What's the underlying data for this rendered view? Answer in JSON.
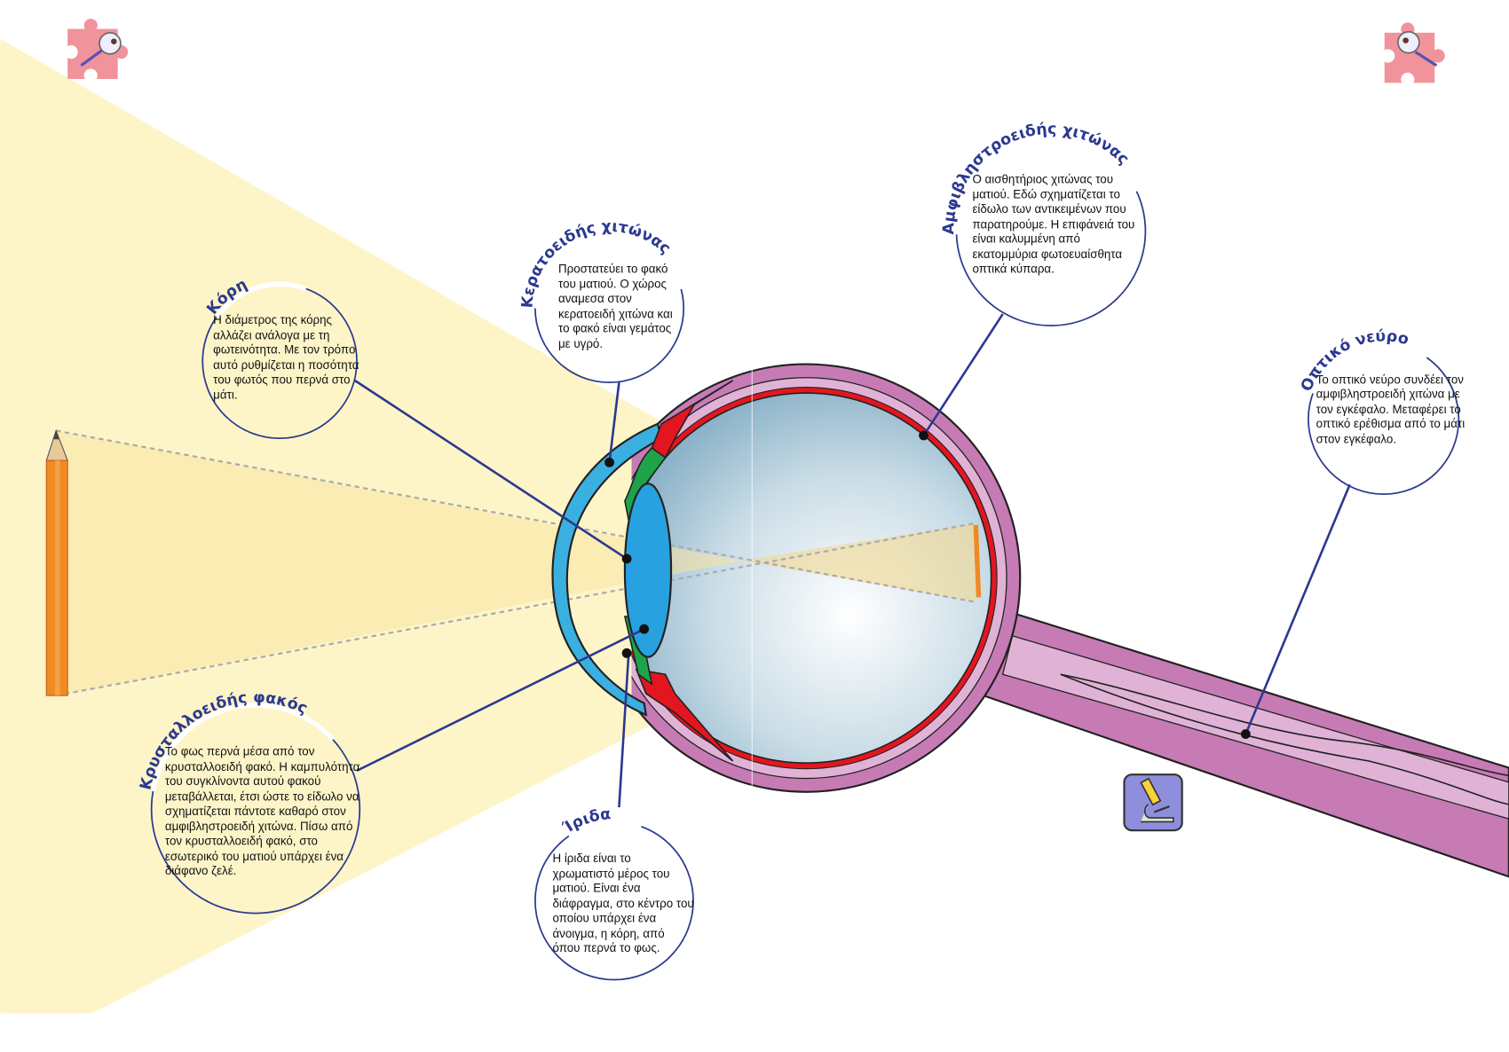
{
  "diagram": {
    "colors": {
      "beam": "#fdf5c8",
      "sclera": "#c77bb5",
      "choroid_red": "#e3161f",
      "cornea": "#3ab0e0",
      "lens": "#27a1df",
      "iris": "#1fa34a",
      "pencil": "#f08a24",
      "label": "#2b3990"
    },
    "callouts": {
      "pupil": {
        "title": "Κόρη",
        "text": "Η διάμετρος της κόρης αλλάζει ανάλογα με τη φωτεινότητα. Με τον τρόπο αυτό ρυθμίζεται η ποσότητα του φωτός που περνά στο μάτι."
      },
      "cornea": {
        "title": "Κερατοειδής χιτώνας",
        "text": "Προστατεύει το φακό του ματιού. Ο χώρος αναμεσα στον κερατοειδή χιτώνα και το φακό είναι γεμάτος με υγρό."
      },
      "retina": {
        "title": "Αμφιβληστροειδής χιτώνας",
        "text": "Ο αισθητήριος χιτώνας του ματιού. Εδώ σχηματίζεται το είδωλο των αντικειμένων που παρατηρούμε. Η επιφάνειά του είναι καλυμμένη από εκατομμύρια φωτοευαίσθητα οπτικά κύπαρα."
      },
      "optic_nerve": {
        "title": "Οπτικό νεύρο",
        "text": "Το οπτικό νεύρο συνδέει τον αμφιβληστροειδή χιτώνα με τον εγκέφαλο. Μεταφέρει το οπτικό ερέθισμα από το μάτι στον εγκέφαλο."
      },
      "lens": {
        "title": "Κρυσταλλοειδής φακός",
        "text": "Το φως περνά μέσα από τον κρυσταλλοειδή φακό. Η καμπυλότητα του συγκλίνοντα αυτού φακού μεταβάλλεται, έτσι ώστε το είδωλο να σχηματίζεται πάντοτε καθαρό στον αμφιβληστροειδή χιτώνα. Πίσω από τον κρυσταλλοειδή φακό, στο εσωτερικό του ματιού υπάρχει ένα διάφανο ζελέ."
      },
      "iris": {
        "title": "Ίριδα",
        "text": "Η ίριδα είναι το χρωματιστό μέρος του ματιού. Είναι ένα διάφραγμα, στο κέντρο του οποίου υπάρχει ένα άνοιγμα, η κόρη, από όπου περνά το φως."
      }
    },
    "icons": [
      "puzzle-magnifier-icon",
      "puzzle-magnifier-icon",
      "microscope-icon"
    ]
  }
}
